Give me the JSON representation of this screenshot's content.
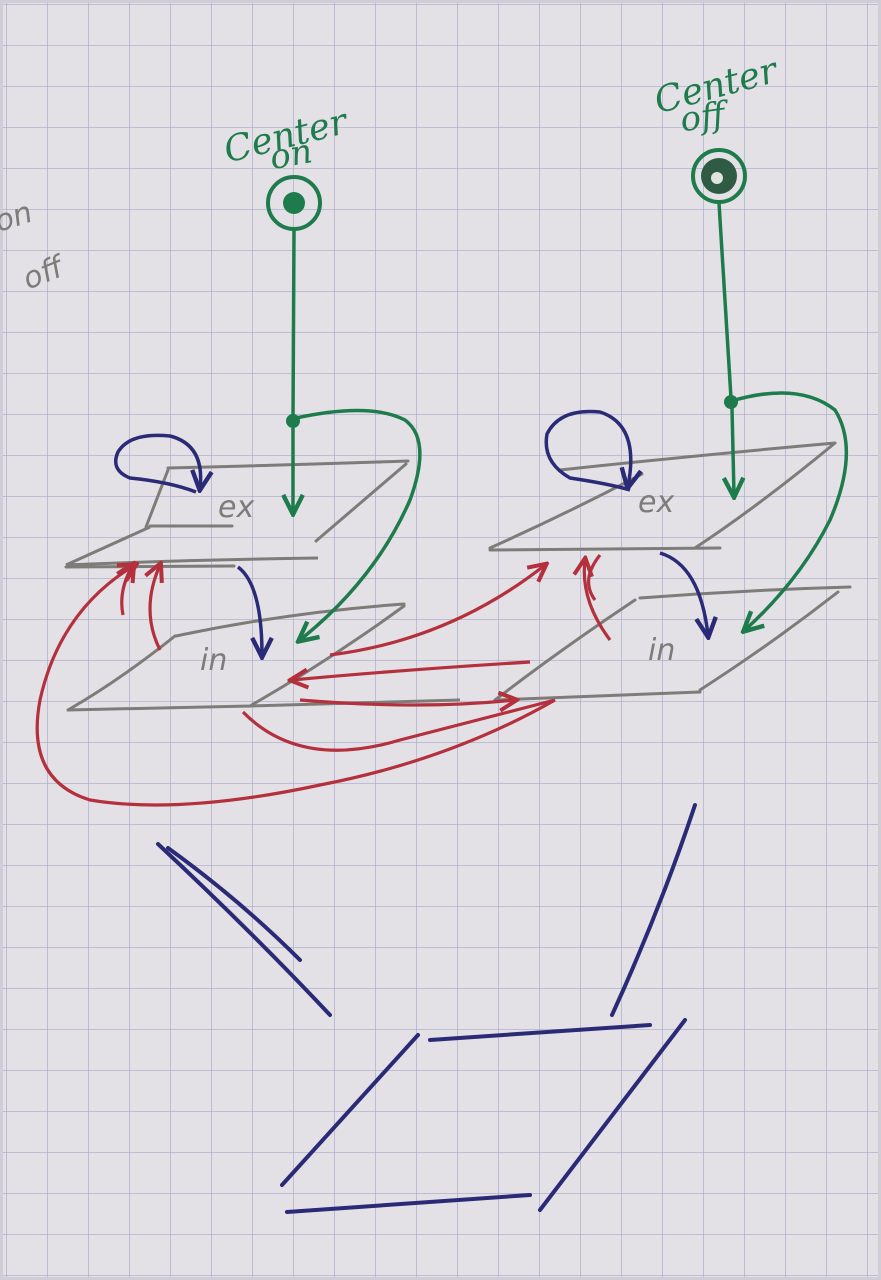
{
  "colors": {
    "paper": "#e3e1e6",
    "grid": "#a6a8c8",
    "pencil": "#7d7c78",
    "green": "#1e7b4c",
    "blue": "#2b2a77",
    "red": "#b3303c"
  },
  "margin_note": {
    "line1": "on",
    "line2": "off"
  },
  "left_network": {
    "input_label_line1": "Center",
    "input_label_line2": "on",
    "excitatory_layer": "ex",
    "inhibitory_layer": "in"
  },
  "right_network": {
    "input_label_line1": "Center",
    "input_label_line2": "off",
    "excitatory_layer": "ex",
    "inhibitory_layer": "in"
  }
}
